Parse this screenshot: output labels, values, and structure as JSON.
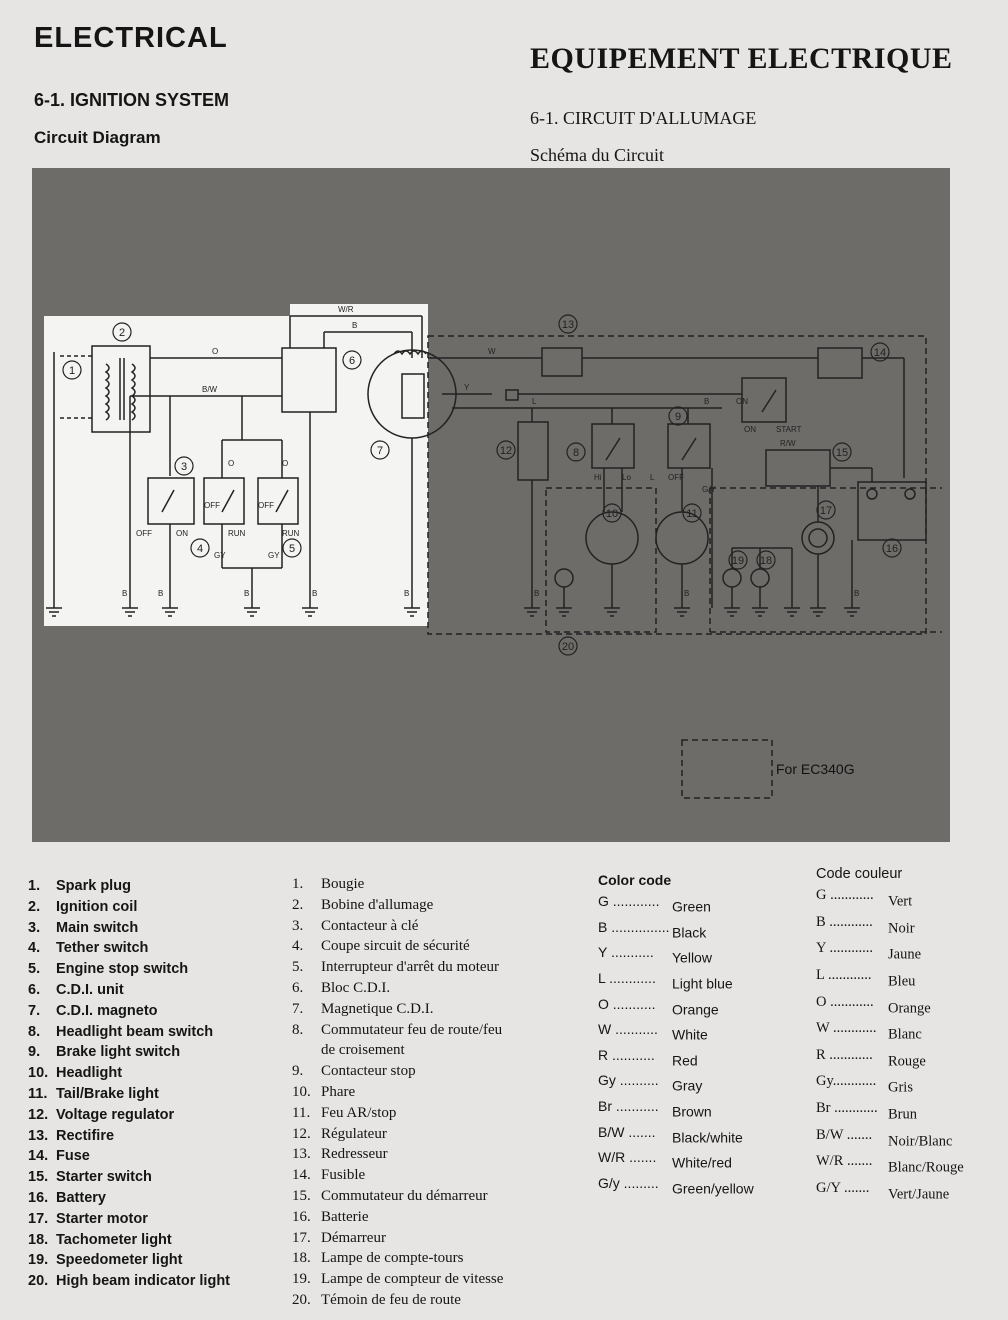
{
  "header": {
    "title_en": "ELECTRICAL",
    "title_fr": "EQUIPEMENT ELECTRIQUE",
    "section_en": "6-1. IGNITION SYSTEM",
    "subtitle_en": "Circuit Diagram",
    "section_fr": "6-1. CIRCUIT D'ALLUMAGE",
    "subtitle_fr": "Schéma du Circuit"
  },
  "diagram": {
    "markers": [
      "1",
      "2",
      "3",
      "4",
      "5",
      "6",
      "7",
      "8",
      "9",
      "10",
      "11",
      "12",
      "13",
      "14",
      "15",
      "16",
      "17",
      "18",
      "19",
      "20"
    ],
    "wire_labels": [
      "O",
      "B/W",
      "W/R",
      "B",
      "O",
      "O",
      "GY",
      "GY",
      "B",
      "B",
      "B",
      "B",
      "B",
      "W",
      "Y",
      "L",
      "B",
      "Hi",
      "Lo",
      "L",
      "B",
      "OFF",
      "G/Y",
      "B",
      "ON",
      "START",
      "R/W",
      "B",
      "ON",
      "OFF",
      "RUN",
      "OFF",
      "RUN",
      "OFF",
      "ON"
    ],
    "note": "For EC340G"
  },
  "parts_en": [
    {
      "n": "1.",
      "label": "Spark plug"
    },
    {
      "n": "2.",
      "label": "Ignition coil"
    },
    {
      "n": "3.",
      "label": "Main switch"
    },
    {
      "n": "4.",
      "label": "Tether switch"
    },
    {
      "n": "5.",
      "label": "Engine stop switch"
    },
    {
      "n": "6.",
      "label": "C.D.I. unit"
    },
    {
      "n": "7.",
      "label": "C.D.I. magneto"
    },
    {
      "n": "8.",
      "label": "Headlight beam switch"
    },
    {
      "n": "9.",
      "label": "Brake light switch"
    },
    {
      "n": "10.",
      "label": "Headlight"
    },
    {
      "n": "11.",
      "label": "Tail/Brake light"
    },
    {
      "n": "12.",
      "label": "Voltage regulator"
    },
    {
      "n": "13.",
      "label": "Rectifire"
    },
    {
      "n": "14.",
      "label": "Fuse"
    },
    {
      "n": "15.",
      "label": "Starter switch"
    },
    {
      "n": "16.",
      "label": "Battery"
    },
    {
      "n": "17.",
      "label": "Starter motor"
    },
    {
      "n": "18.",
      "label": "Tachometer light"
    },
    {
      "n": "19.",
      "label": "Speedometer light"
    },
    {
      "n": "20.",
      "label": "High beam indicator light"
    }
  ],
  "parts_fr": [
    {
      "n": "1.",
      "label": "Bougie"
    },
    {
      "n": "2.",
      "label": "Bobine d'allumage"
    },
    {
      "n": "3.",
      "label": "Contacteur à clé"
    },
    {
      "n": "4.",
      "label": "Coupe sircuit de sécurité"
    },
    {
      "n": "5.",
      "label": "Interrupteur d'arrêt du moteur"
    },
    {
      "n": "6.",
      "label": "Bloc C.D.I."
    },
    {
      "n": "7.",
      "label": "Magnetique C.D.I."
    },
    {
      "n": "8.",
      "label": "Commutateur feu de route/feu"
    },
    {
      "n": "",
      "label": "de croisement"
    },
    {
      "n": "9.",
      "label": "Contacteur stop"
    },
    {
      "n": "10.",
      "label": "Phare"
    },
    {
      "n": "11.",
      "label": "Feu AR/stop"
    },
    {
      "n": "12.",
      "label": "Régulateur"
    },
    {
      "n": "13.",
      "label": "Redresseur"
    },
    {
      "n": "14.",
      "label": "Fusible"
    },
    {
      "n": "15.",
      "label": "Commutateur du démarreur"
    },
    {
      "n": "16.",
      "label": "Batterie"
    },
    {
      "n": "17.",
      "label": "Démarreur"
    },
    {
      "n": "18.",
      "label": "Lampe de compte-tours"
    },
    {
      "n": "19.",
      "label": "Lampe de compteur de vitesse"
    },
    {
      "n": "20.",
      "label": "Témoin de feu de route"
    }
  ],
  "color_code_en": {
    "title": "Color code",
    "rows": [
      {
        "code": "G ............",
        "name": "Green"
      },
      {
        "code": "B ...............",
        "name": "Black"
      },
      {
        "code": "Y ...........",
        "name": "Yellow"
      },
      {
        "code": "L ............",
        "name": "Light blue"
      },
      {
        "code": "O ...........",
        "name": "Orange"
      },
      {
        "code": "W ...........",
        "name": "White"
      },
      {
        "code": "R ...........",
        "name": "Red"
      },
      {
        "code": "Gy ..........",
        "name": "Gray"
      },
      {
        "code": "Br ...........",
        "name": "Brown"
      },
      {
        "code": "B/W .......",
        "name": "Black/white"
      },
      {
        "code": "W/R .......",
        "name": "White/red"
      },
      {
        "code": "G/y .........",
        "name": "Green/yellow"
      }
    ]
  },
  "color_code_fr": {
    "title": "Code couleur",
    "rows": [
      {
        "code": "G ............",
        "name": "Vert"
      },
      {
        "code": "B ............",
        "name": "Noir"
      },
      {
        "code": "Y ............",
        "name": "Jaune"
      },
      {
        "code": "L ............",
        "name": "Bleu"
      },
      {
        "code": "O ............",
        "name": "Orange"
      },
      {
        "code": "W ............",
        "name": "Blanc"
      },
      {
        "code": "R ............",
        "name": "Rouge"
      },
      {
        "code": "Gy............",
        "name": "Gris"
      },
      {
        "code": "Br ............",
        "name": "Brun"
      },
      {
        "code": "B/W .......",
        "name": "Noir/Blanc"
      },
      {
        "code": "W/R .......",
        "name": "Blanc/Rouge"
      },
      {
        "code": "G/Y .......",
        "name": "Vert/Jaune"
      }
    ]
  }
}
